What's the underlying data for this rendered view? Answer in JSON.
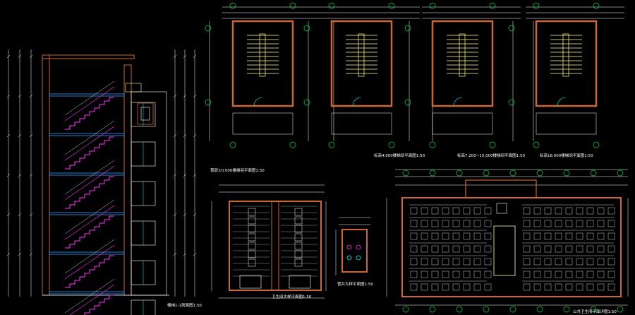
{
  "colors": {
    "background": "#000000",
    "wall": "#cc6633",
    "axis": "#00dd44",
    "dimension": "#ffffff",
    "stair": "#ffff88",
    "rail": "#ff33ff",
    "window": "#00ffff",
    "fixture": "#ffffff",
    "slab": "#3399ff"
  },
  "drawings": [
    {
      "key": "section",
      "caption": "楼梯1-1剖面图1:50"
    },
    {
      "key": "plan1",
      "caption": "首层±0.000楼梯间平面图1:50"
    },
    {
      "key": "plan2",
      "caption": "标高4.000楼梯间平面图1:50"
    },
    {
      "key": "plan3",
      "caption": "标高7.200~15.000楼梯间平面图1:50"
    },
    {
      "key": "plan4",
      "caption": "标高18.000楼梯间平面图1:50"
    },
    {
      "key": "toilet",
      "caption": "卫生间大样平面图1:50"
    },
    {
      "key": "shaft",
      "caption": "管井大样平面图1:50"
    },
    {
      "key": "large",
      "caption": "公共卫生间平面详图1:50"
    }
  ]
}
